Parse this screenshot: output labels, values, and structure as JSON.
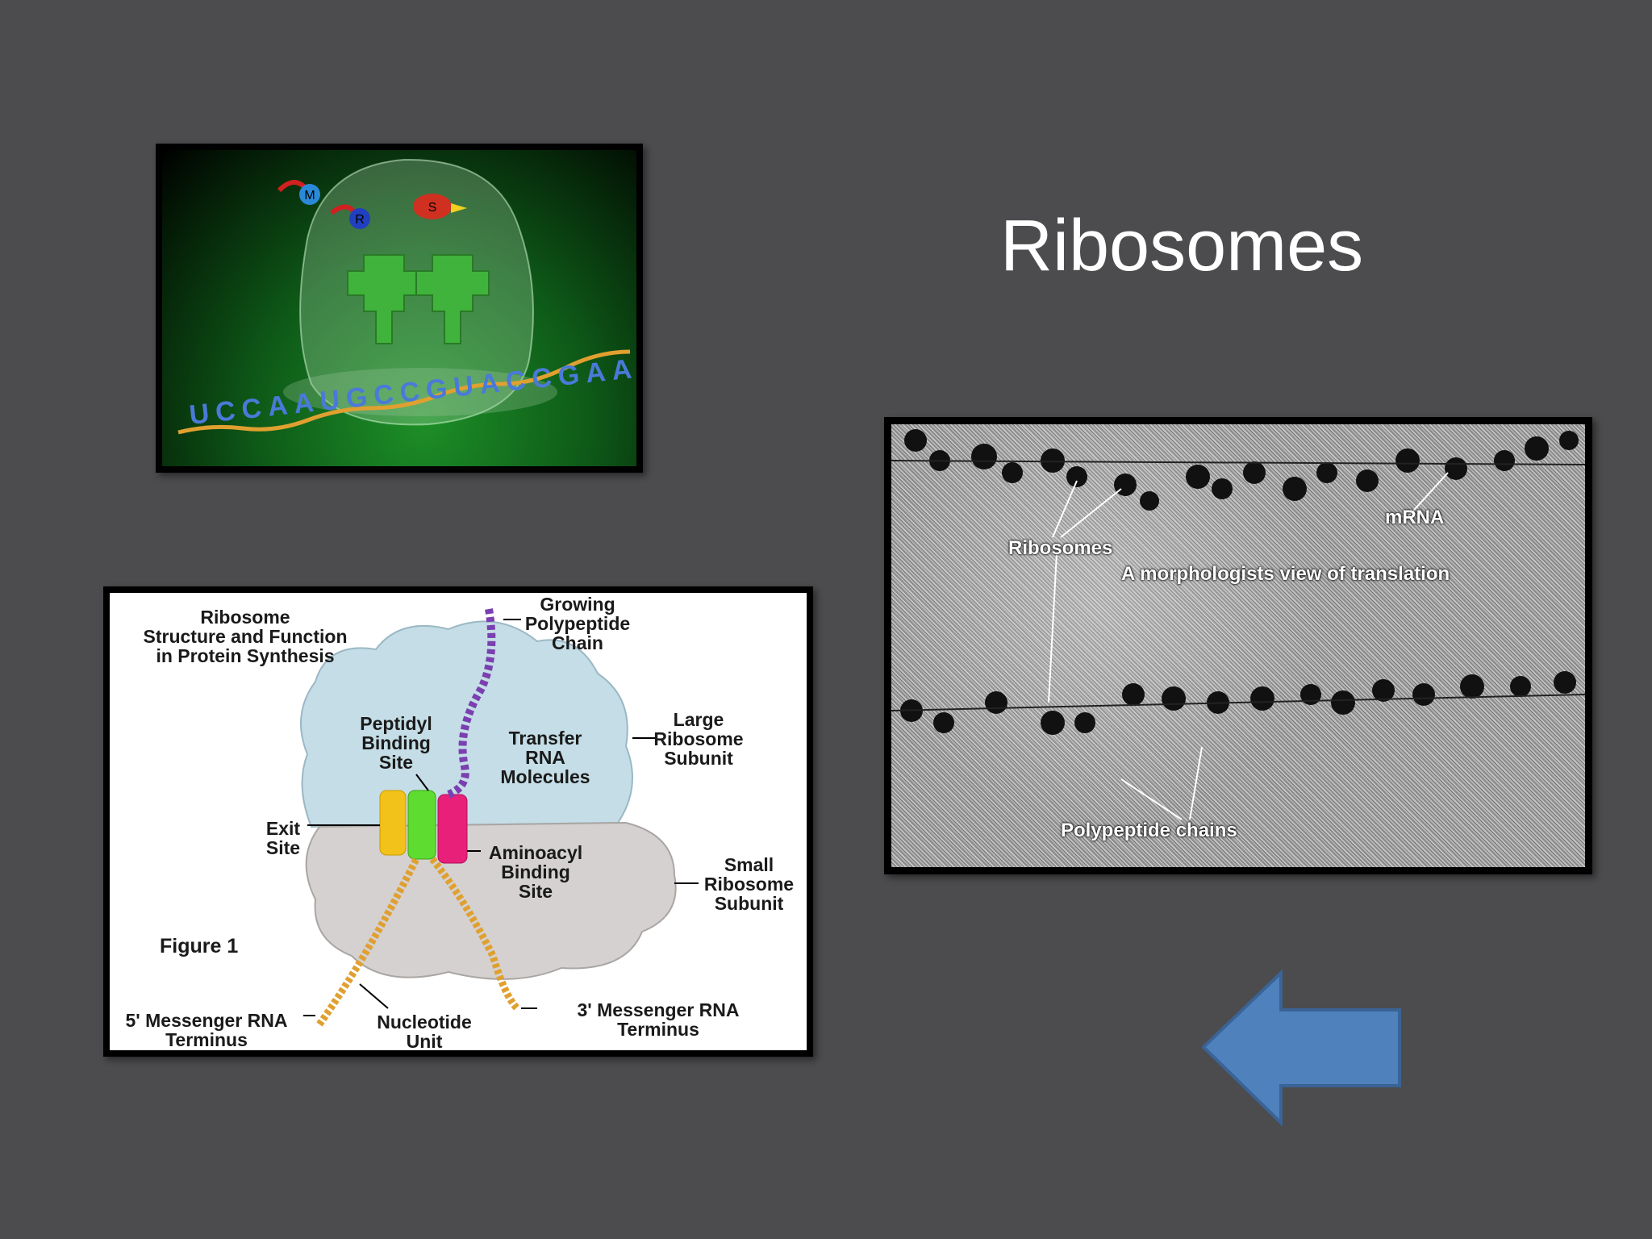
{
  "slide": {
    "title": "Ribosomes",
    "colors": {
      "background": "#4c4b4d",
      "arrow": "#4f81bd",
      "arrow_border": "#3a6396"
    }
  },
  "image_3d": {
    "trna_markers": [
      "M",
      "R",
      "S"
    ],
    "mrna_sequence": "UCCAAUGCCGUACCGAA"
  },
  "diagram": {
    "title": "Ribosome\nStructure and Function\nin Protein Synthesis",
    "figure_label": "Figure 1",
    "labels": {
      "growing_chain": "Growing\nPolypeptide\nChain",
      "large_subunit": "Large\nRibosome\nSubunit",
      "peptidyl_site": "Peptidyl\nBinding\nSite",
      "transfer_rna": "Transfer\nRNA\nMolecules",
      "exit_site": "Exit\nSite",
      "aminoacyl_site": "Aminoacyl\nBinding\nSite",
      "small_subunit": "Small\nRibosome\nSubunit",
      "five_prime": "5' Messenger RNA\nTerminus",
      "nucleotide_unit": "Nucleotide\nUnit",
      "three_prime": "3' Messenger RNA\nTerminus"
    }
  },
  "micrograph": {
    "mrna_label": "mRNA",
    "ribosomes_label": "Ribosomes",
    "caption": "A morphologists view of translation",
    "polypeptide_label": "Polypeptide chains"
  }
}
